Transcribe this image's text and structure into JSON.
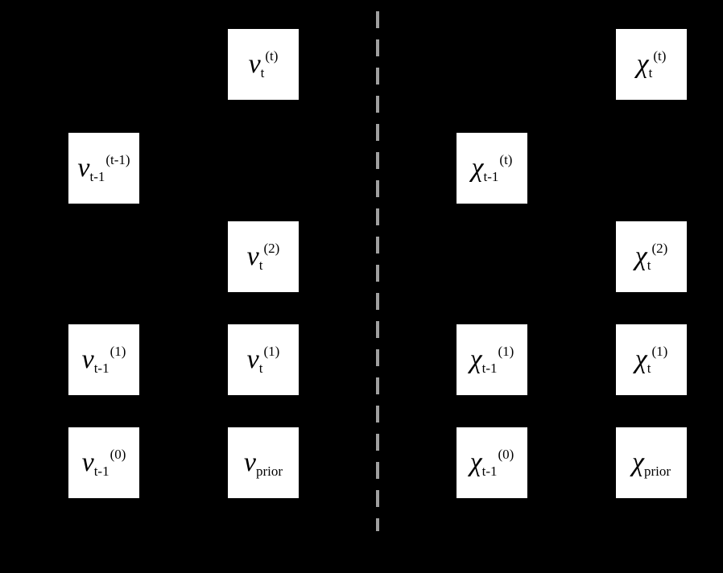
{
  "figure": {
    "background_color": "#000000",
    "node_fill_color": "#ffffff",
    "node_text_color": "#000000",
    "divider_color": "#a0a0a0"
  },
  "left_panel": {
    "nodes": {
      "nu_t_t": {
        "base": "ν",
        "sub": "t",
        "sup": "(t)"
      },
      "nu_tm1_tm1": {
        "base": "ν",
        "sub": "t-1",
        "sup": "(t-1)"
      },
      "nu_t_2": {
        "base": "ν",
        "sub": "t",
        "sup": "(2)"
      },
      "nu_tm1_1": {
        "base": "ν",
        "sub": "t-1",
        "sup": "(1)"
      },
      "nu_t_1": {
        "base": "ν",
        "sub": "t",
        "sup": "(1)"
      },
      "nu_tm1_0": {
        "base": "ν",
        "sub": "t-1",
        "sup": "(0)"
      },
      "nu_prior": {
        "base": "ν",
        "sub": "prior",
        "sup": ""
      }
    }
  },
  "right_panel": {
    "nodes": {
      "chi_t_t": {
        "base": "χ",
        "sub": "t",
        "sup": "(t)"
      },
      "chi_tm1_t": {
        "base": "χ",
        "sub": "t-1",
        "sup": "(t)"
      },
      "chi_t_2": {
        "base": "χ",
        "sub": "t",
        "sup": "(2)"
      },
      "chi_tm1_1": {
        "base": "χ",
        "sub": "t-1",
        "sup": "(1)"
      },
      "chi_t_1": {
        "base": "χ",
        "sub": "t",
        "sup": "(1)"
      },
      "chi_tm1_0": {
        "base": "χ",
        "sub": "t-1",
        "sup": "(0)"
      },
      "chi_prior": {
        "base": "χ",
        "sub": "prior",
        "sup": ""
      }
    }
  }
}
